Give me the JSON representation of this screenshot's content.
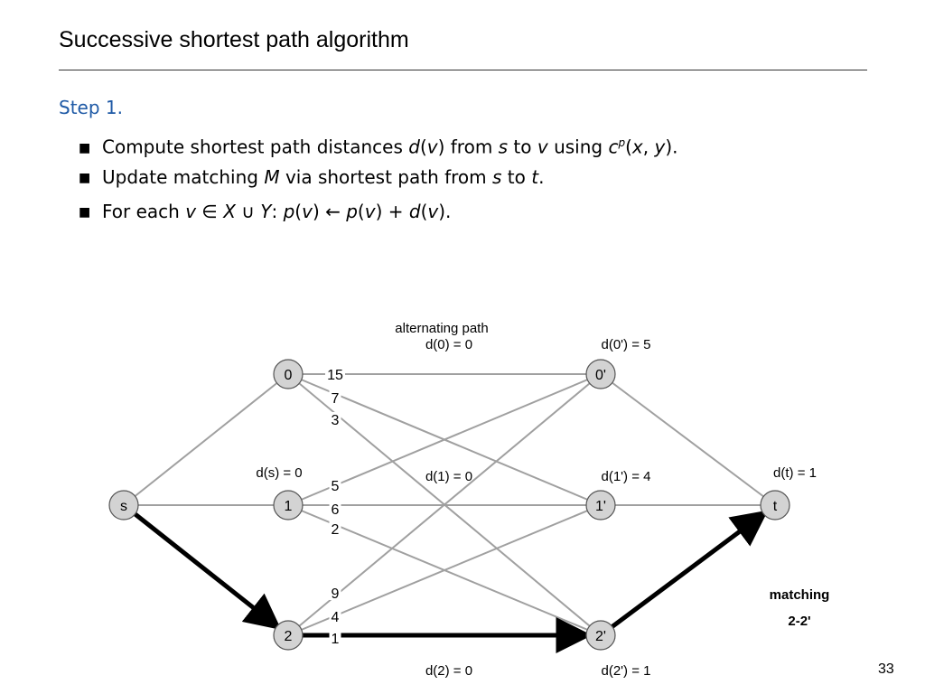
{
  "slide": {
    "title": "Successive shortest path algorithm",
    "step_label": "Step 1.",
    "page_number": "33",
    "bullets": [
      {
        "b1_t1": "Compute shortest path distances ",
        "b1_t2": "d",
        "b1_t3": "(",
        "b1_t4": "v",
        "b1_t5": ") from ",
        "b1_t6": "s",
        "b1_t7": " to ",
        "b1_t8": "v",
        "b1_t9": " using ",
        "b1_t10": "c",
        "b1_t11": "p",
        "b1_t12": "(",
        "b1_t13": "x",
        "b1_t14": ", ",
        "b1_t15": "y",
        "b1_t16": ")."
      },
      {
        "b2_t1": "Update matching ",
        "b2_t2": "M",
        "b2_t3": " via shortest path from ",
        "b2_t4": "s",
        "b2_t5": " to ",
        "b2_t6": "t",
        "b2_t7": "."
      },
      {
        "b3_t1": "For each ",
        "b3_t2": "v",
        "b3_t3": " ∈ ",
        "b3_t4": "X",
        "b3_t5": " ∪ ",
        "b3_t6": "Y",
        "b3_t7": ":  ",
        "b3_t8": "p",
        "b3_t9": "(",
        "b3_t10": "v",
        "b3_t11": ") ← ",
        "b3_t12": "p",
        "b3_t13": "(",
        "b3_t14": "v",
        "b3_t15": ") + ",
        "b3_t16": "d",
        "b3_t17": "(",
        "b3_t18": "v",
        "b3_t19": ")."
      }
    ]
  },
  "graph": {
    "nodes": [
      {
        "id": "s",
        "label": "s"
      },
      {
        "id": "n0",
        "label": "0"
      },
      {
        "id": "n1",
        "label": "1"
      },
      {
        "id": "n2",
        "label": "2"
      },
      {
        "id": "n0p",
        "label": "0'"
      },
      {
        "id": "n1p",
        "label": "1'"
      },
      {
        "id": "n2p",
        "label": "2'"
      },
      {
        "id": "t",
        "label": "t"
      }
    ],
    "edges": [
      {
        "from": "s",
        "to": "n0",
        "weight": null,
        "highlighted": false
      },
      {
        "from": "s",
        "to": "n1",
        "weight": null,
        "highlighted": false
      },
      {
        "from": "s",
        "to": "n2",
        "weight": null,
        "highlighted": true
      },
      {
        "from": "n0",
        "to": "n0p",
        "weight": "15",
        "highlighted": false
      },
      {
        "from": "n0",
        "to": "n1p",
        "weight": "7",
        "highlighted": false
      },
      {
        "from": "n0",
        "to": "n2p",
        "weight": "3",
        "highlighted": false
      },
      {
        "from": "n1",
        "to": "n0p",
        "weight": "5",
        "highlighted": false
      },
      {
        "from": "n1",
        "to": "n1p",
        "weight": "6",
        "highlighted": false
      },
      {
        "from": "n1",
        "to": "n2p",
        "weight": "2",
        "highlighted": false
      },
      {
        "from": "n2",
        "to": "n0p",
        "weight": "9",
        "highlighted": false
      },
      {
        "from": "n2",
        "to": "n1p",
        "weight": "4",
        "highlighted": false
      },
      {
        "from": "n2",
        "to": "n2p",
        "weight": "1",
        "highlighted": true
      },
      {
        "from": "n0p",
        "to": "t",
        "weight": null,
        "highlighted": false
      },
      {
        "from": "n1p",
        "to": "t",
        "weight": null,
        "highlighted": false
      },
      {
        "from": "n2p",
        "to": "t",
        "weight": null,
        "highlighted": true
      }
    ],
    "labels": {
      "alternating_path": "alternating path",
      "d_s": "d(s) = 0",
      "d_0": "d(0) = 0",
      "d_1": "d(1) = 0",
      "d_2": "d(2) = 0",
      "d_0p": "d(0') = 5",
      "d_1p": "d(1') = 4",
      "d_2p": "d(2') = 1",
      "d_t": "d(t) = 1",
      "matching_title": "matching",
      "matching_value": "2-2'"
    },
    "colors": {
      "node_fill": "#d3d3d3",
      "node_stroke": "#555555",
      "edge": "#a0a0a0",
      "highlight": "#000000"
    }
  }
}
